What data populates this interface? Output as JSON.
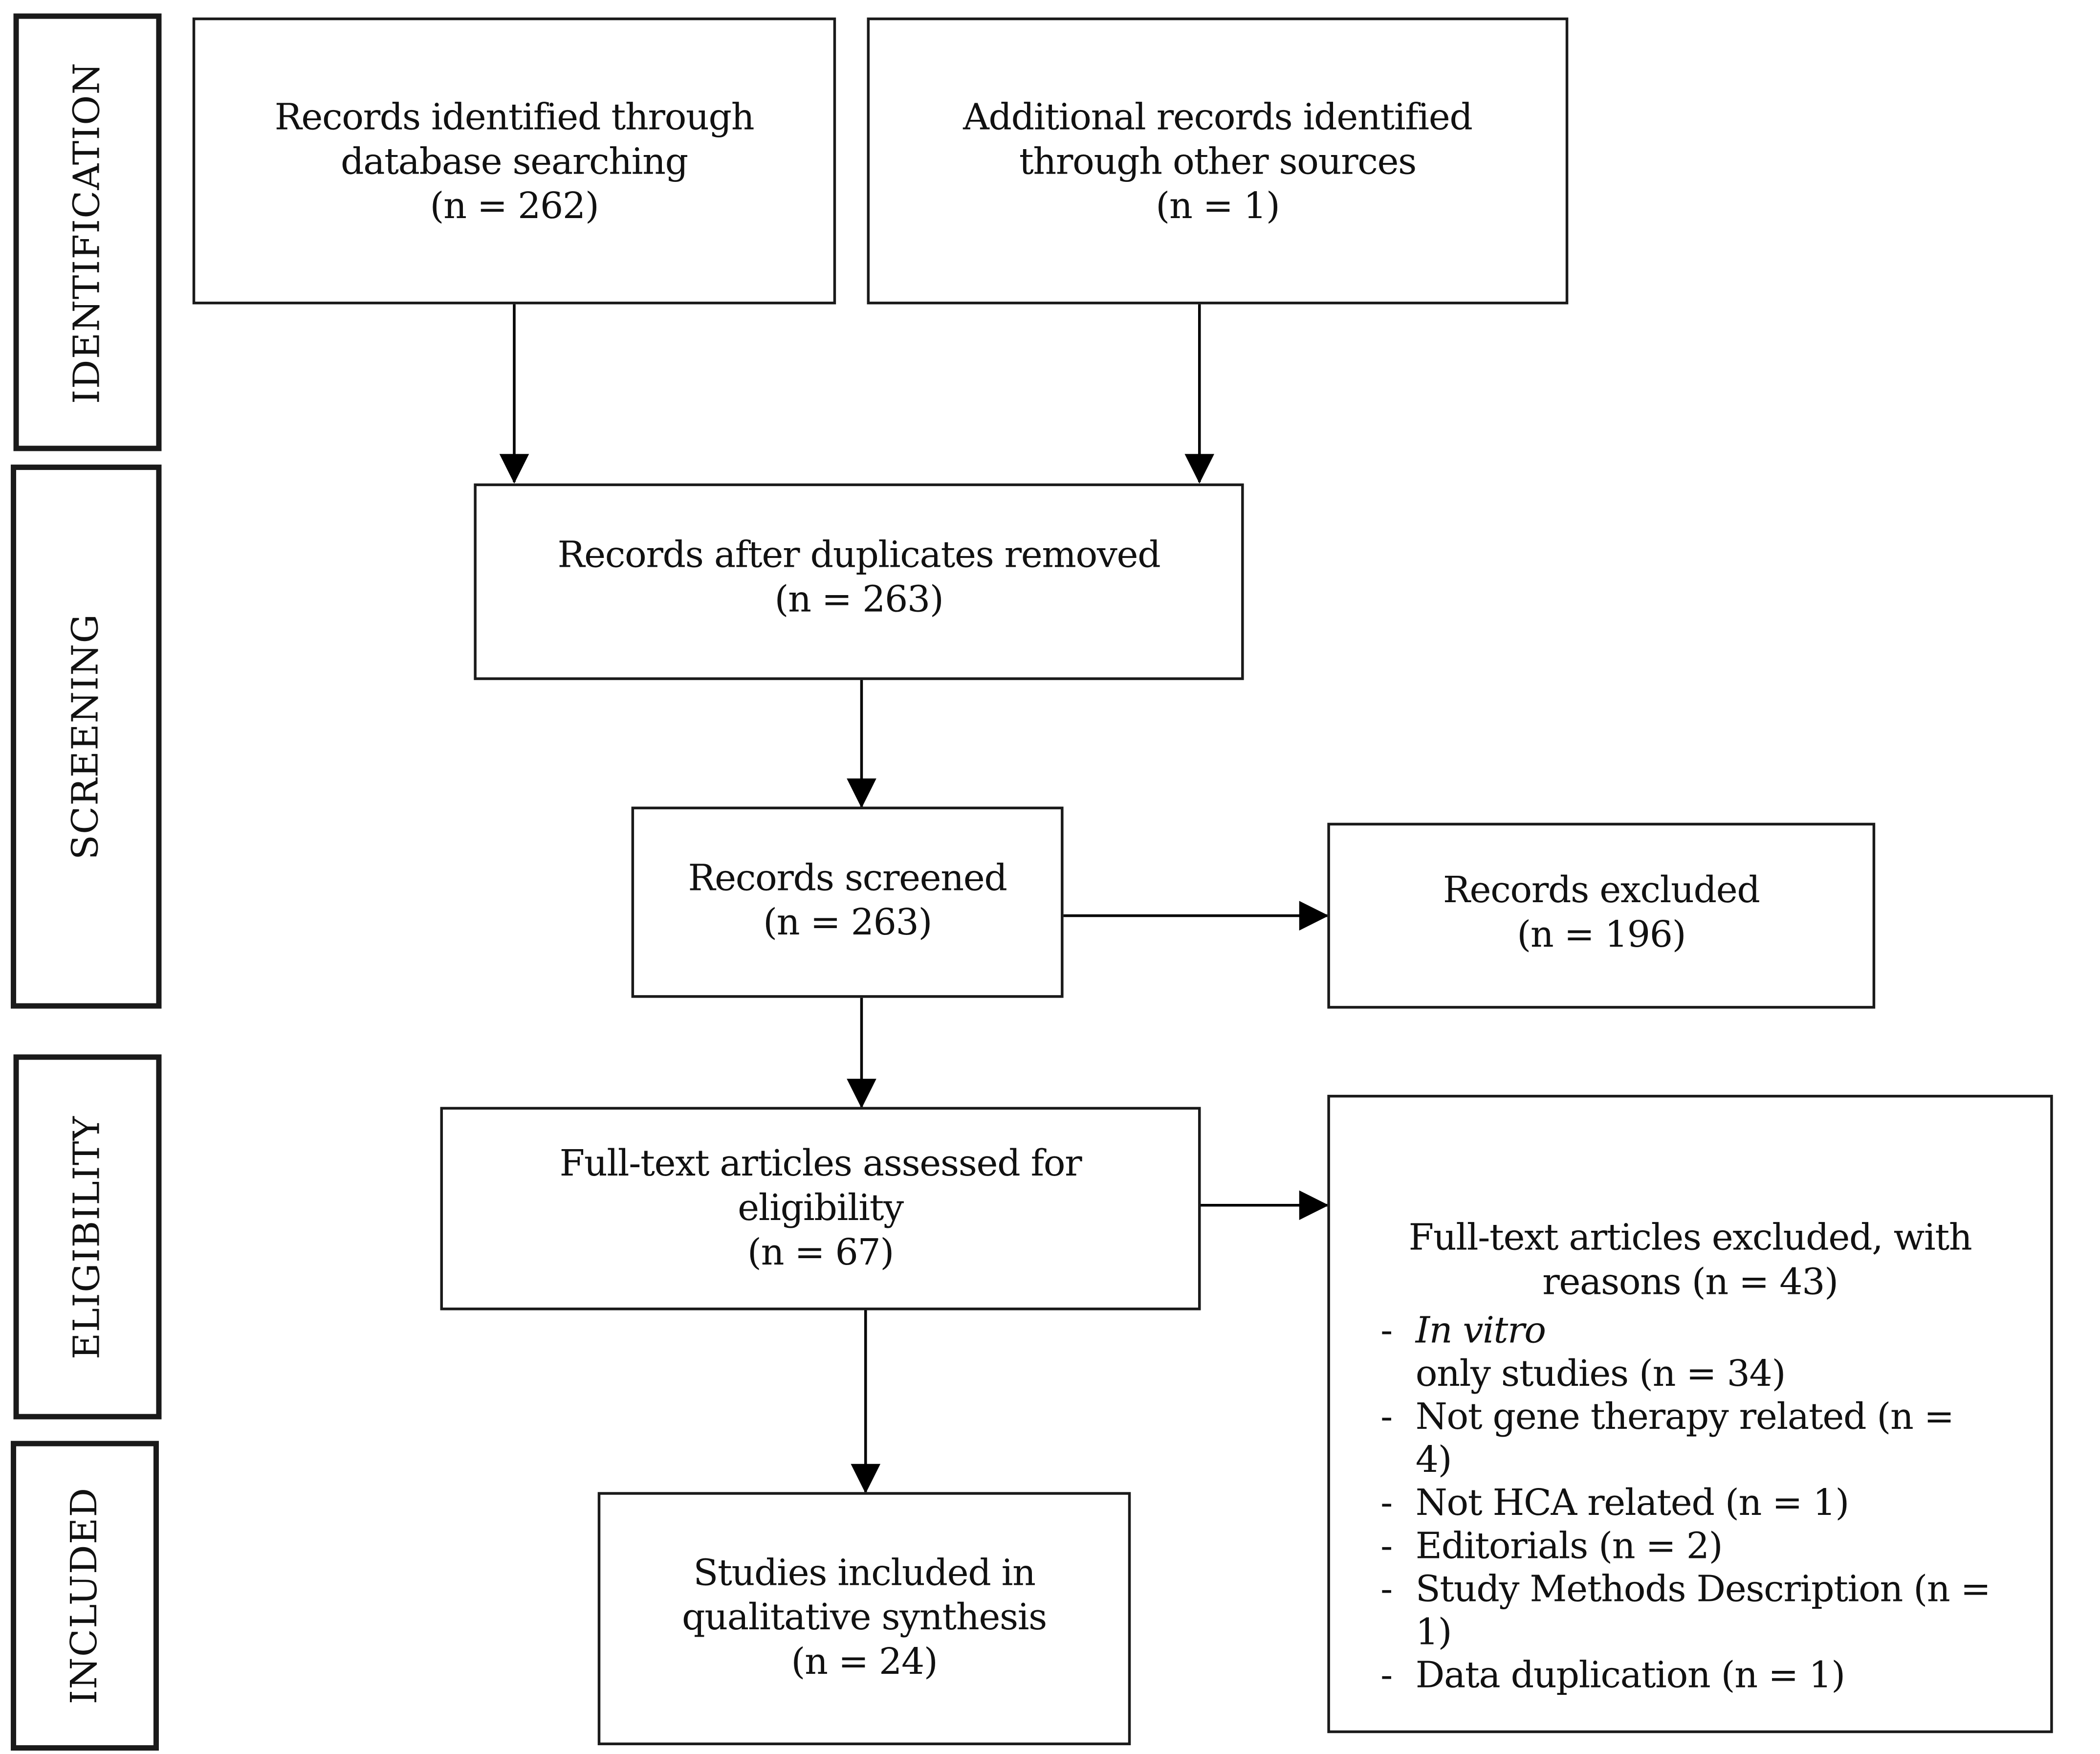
{
  "phases": {
    "identification": "IDENTIFICATION",
    "screening": "SCREENING",
    "eligibility": "ELIGIBILITY",
    "included": "INCLUDED"
  },
  "boxes": {
    "db_search": {
      "line1": "Records identified through",
      "line2": "database searching",
      "count": "(n = 262)"
    },
    "other_sources": {
      "line1": "Additional records identified",
      "line2": "through other sources",
      "count": "(n = 1)"
    },
    "dedup": {
      "line1": "Records after duplicates removed",
      "count": "(n = 263)"
    },
    "screened": {
      "line1": "Records screened",
      "count": "(n = 263)"
    },
    "excluded": {
      "line1": "Records excluded",
      "count": "(n = 196)"
    },
    "fulltext": {
      "line1": "Full-text articles assessed for",
      "line2": "eligibility",
      "count": "(n = 67)"
    },
    "included": {
      "line1": "Studies included in",
      "line2": "qualitative synthesis",
      "count": "(n = 24)"
    },
    "fulltext_excluded": {
      "line1": "Full-text articles excluded, with",
      "line2": "reasons (n = 43)",
      "reasons": [
        {
          "italic": "In vitro",
          "text": " only studies (n = 34)"
        },
        {
          "italic": "",
          "text": "Not gene therapy related (n = 4)"
        },
        {
          "italic": "",
          "text": "Not HCA related (n = 1)"
        },
        {
          "italic": "",
          "text": "Editorials (n = 2)"
        },
        {
          "italic": "",
          "text": "Study Methods Description (n = 1)"
        },
        {
          "italic": "",
          "text": "Data duplication (n = 1)"
        }
      ]
    }
  }
}
